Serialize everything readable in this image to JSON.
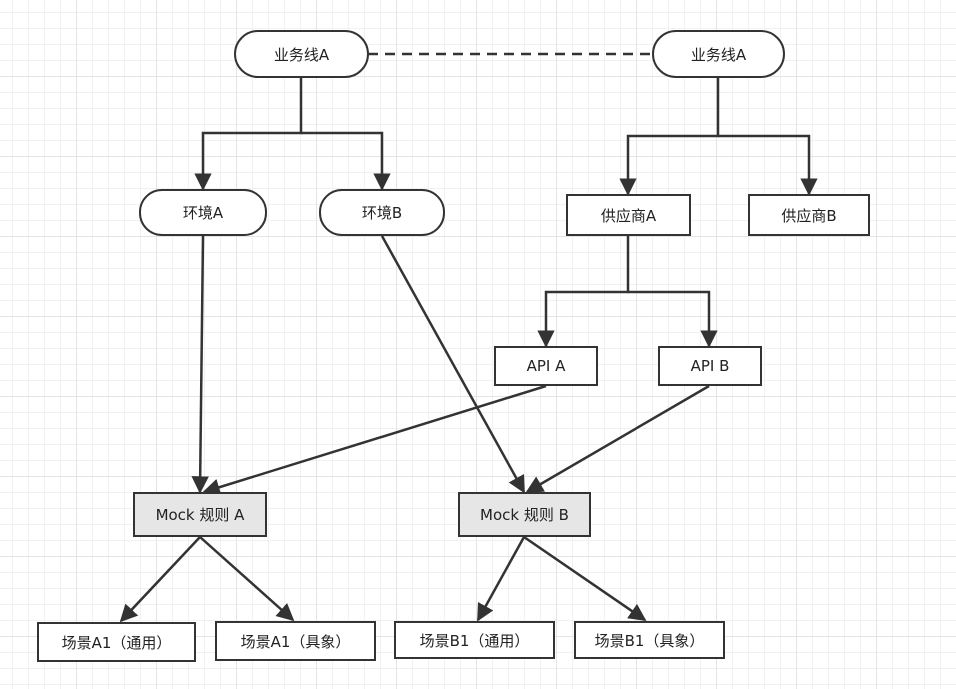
{
  "nodes": {
    "biz_a_left": "业务线A",
    "biz_a_right": "业务线A",
    "env_a": "环境A",
    "env_b": "环境B",
    "vendor_a": "供应商A",
    "vendor_b": "供应商B",
    "api_a": "API A",
    "api_b": "API B",
    "mock_a": "Mock 规则 A",
    "mock_b": "Mock 规则 B",
    "scene_a1_general": "场景A1（通用）",
    "scene_a1_specific": "场景A1（具象）",
    "scene_b1_general": "场景B1（通用）",
    "scene_b1_specific": "场景B1（具象）"
  },
  "colors": {
    "stroke": "#333333",
    "node_fill": "#ffffff",
    "mock_fill": "#e6e6e6"
  }
}
